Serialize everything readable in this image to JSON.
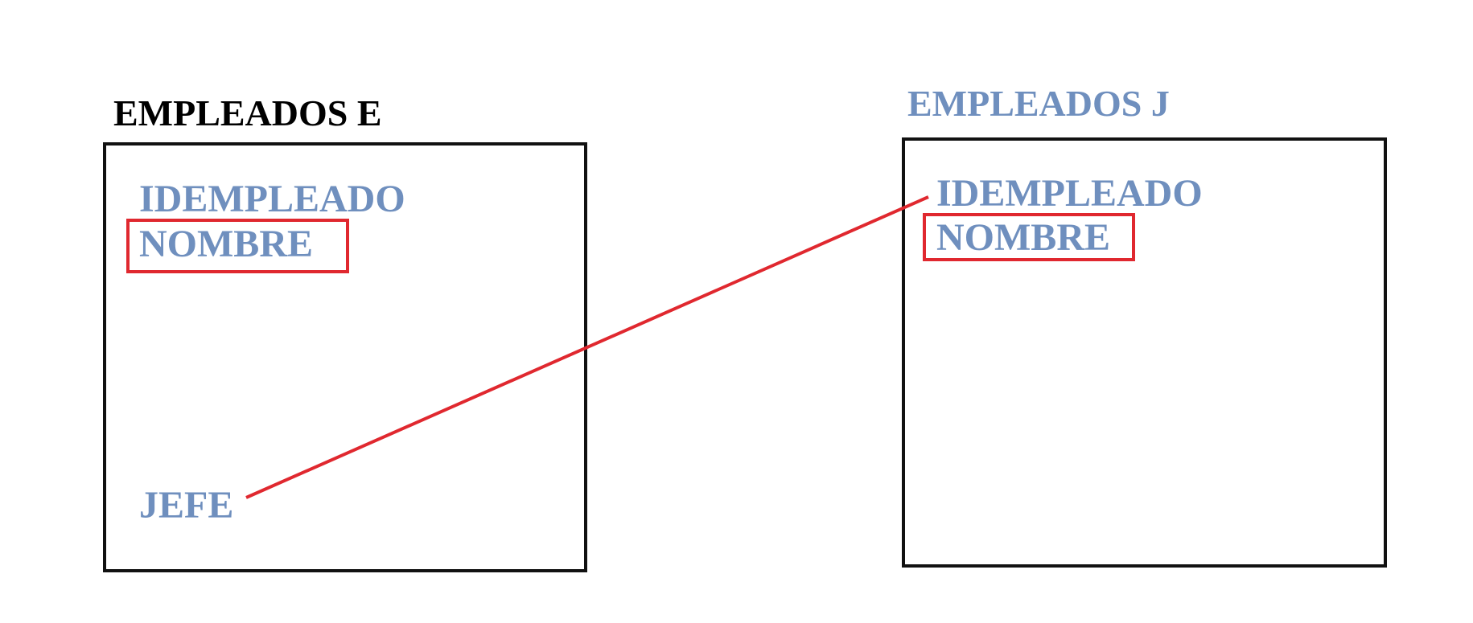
{
  "diagram": {
    "left_table": {
      "title": "EMPLEADOS  E",
      "fields": [
        "IDEMPLEADO",
        "NOMBRE",
        "JEFE"
      ]
    },
    "right_table": {
      "title": "EMPLEADOS J",
      "fields": [
        "IDEMPLEADO",
        "NOMBRE"
      ]
    },
    "highlight_color": "#e0282f",
    "field_color": "#6f8fbe",
    "border_color": "#111111",
    "relationship": {
      "from": "JEFE",
      "to": "IDEMPLEADO",
      "line_color": "#e0282f"
    }
  }
}
